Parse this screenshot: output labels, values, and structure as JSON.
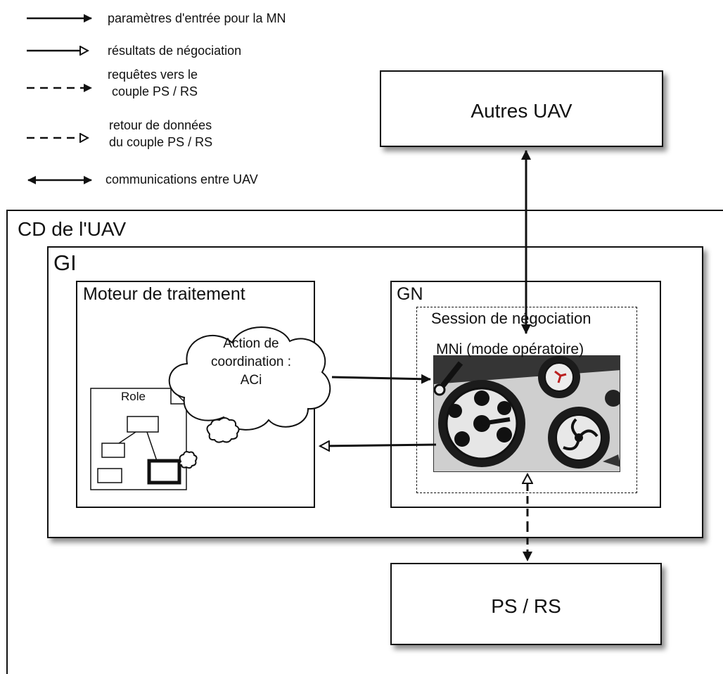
{
  "legend": [
    {
      "id": "input",
      "text": "paramètres d'entrée pour la MN"
    },
    {
      "id": "result",
      "text": "résultats de négociation"
    },
    {
      "id": "request",
      "lines": [
        "requêtes vers le",
        "couple PS / RS"
      ]
    },
    {
      "id": "return",
      "lines": [
        "retour de données",
        "du couple PS / RS"
      ]
    },
    {
      "id": "comm",
      "text": "communications entre UAV"
    }
  ],
  "boxes": {
    "autres_uav": "Autres UAV",
    "cd_uav": "CD de l'UAV",
    "gi": "GI",
    "moteur": "Moteur de traitement",
    "gn": "GN",
    "session": "Session de négociation",
    "mni": "MNi (mode opératoire)",
    "ps_rs": "PS / RS"
  },
  "cloud": {
    "lines": [
      "Action de",
      "coordination :",
      "ACi"
    ]
  },
  "role": {
    "label": "Role"
  },
  "colors": {
    "stroke": "#111111",
    "background": "#ffffff",
    "image_bg": "#d9d9d9"
  }
}
